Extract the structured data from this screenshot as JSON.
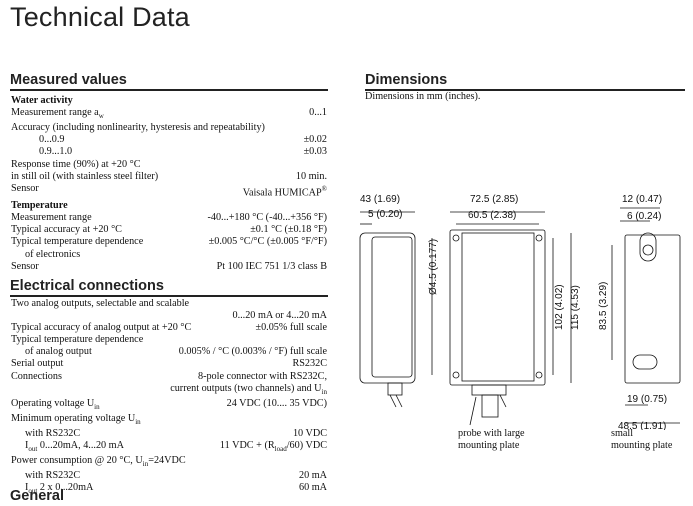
{
  "page_title": "Technical Data",
  "measured": {
    "heading": "Measured values",
    "water_activity": {
      "subheading": "Water activity",
      "range_label": "Measurement range a",
      "range_sub": "w",
      "range_value": "0...1",
      "accuracy_label": "Accuracy (including nonlinearity, hysteresis and repeatability)",
      "acc1_label": "0...0.9",
      "acc1_value": "±0.02",
      "acc2_label": "0.9...1.0",
      "acc2_value": "±0.03",
      "response_label": "Response time (90%) at +20 °C",
      "response_label2": "in still oil (with stainless steel filter)",
      "response_value": "10 min.",
      "sensor_label": "Sensor",
      "sensor_value": "Vaisala HUMICAP",
      "sensor_mark": "®"
    },
    "temperature": {
      "subheading": "Temperature",
      "range_label": "Measurement range",
      "range_value": "-40...+180 °C (-40...+356 °F)",
      "acc_label": "Typical accuracy at +20 °C",
      "acc_value": "±0.1 °C (±0.18 °F)",
      "dep_label": "Typical temperature dependence",
      "dep_label2": "of electronics",
      "dep_value": "±0.005 °C/°C (±0.005 °F/°F)",
      "sensor_label": "Sensor",
      "sensor_value": "Pt 100 IEC 751 1/3 class B"
    }
  },
  "electrical": {
    "heading": "Electrical connections",
    "outputs_label": "Two analog outputs, selectable and scalable",
    "outputs_value": "0...20 mA or 4...20 mA",
    "acc_label": "Typical accuracy of analog output at +20 °C",
    "acc_value": "±0.05% full scale",
    "dep_label": "Typical temperature dependence",
    "dep_label2": "of analog output",
    "dep_value": "0.005% / °C (0.003% / °F) full scale",
    "serial_label": "Serial output",
    "serial_value": "RS232C",
    "conn_label": "Connections",
    "conn_value": "8-pole connector with RS232C,",
    "conn_value2": "current outputs (two channels) and U",
    "conn_value2_sub": "in",
    "volt_label": "Operating voltage U",
    "volt_sub": "in",
    "volt_value": "24 VDC (10.... 35 VDC)",
    "minvolt_label": "Minimum operating voltage U",
    "minvolt_sub": "in",
    "min_rs_label": "with RS232C",
    "min_rs_value": "10 VDC",
    "min_i_label_pre": "I",
    "min_i_label_sub": "out",
    "min_i_label_post": " 0...20mA, 4...20 mA",
    "min_i_value_pre": "11 VDC + (R",
    "min_i_value_sub": "load",
    "min_i_value_post": "/60) VDC",
    "power_label_pre": "Power consumption @ 20 °C, U",
    "power_label_sub": "in",
    "power_label_post": "=24VDC",
    "pw_rs_label": "with RS232C",
    "pw_rs_value": "20 mA",
    "pw_i_label_pre": "I",
    "pw_i_label_sub": "out",
    "pw_i_label_post": " 2 x 0...20mA",
    "pw_i_value": "60 mA"
  },
  "general": {
    "heading": "General"
  },
  "dimensions": {
    "heading": "Dimensions",
    "caption": "Dimensions in mm (inches).",
    "labels": {
      "d43": "43 (1.69)",
      "d5": "5 (0.20)",
      "d725": "72.5 (2.85)",
      "d605": "60.5 (2.38)",
      "d45": "Ø4.5 (0.177)",
      "d102": "102 (4.02)",
      "d115": "115 (4.53)",
      "d12": "12 (0.47)",
      "d6": "6 (0.24)",
      "d835": "83.5 (3.29)",
      "d19": "19 (0.75)",
      "d485": "48.5 (1.91)"
    },
    "caption_large": [
      "probe with large",
      "mounting plate"
    ],
    "caption_small": [
      "small",
      "mounting plate"
    ]
  }
}
